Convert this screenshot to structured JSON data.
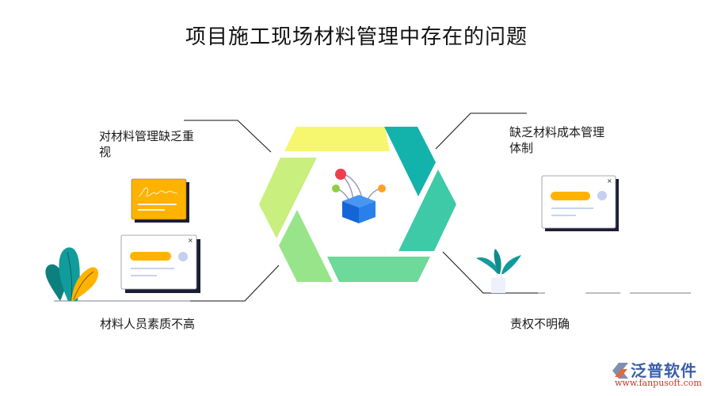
{
  "title": "项目施工现场材料管理中存在的问题",
  "items": [
    {
      "id": "top-left",
      "text": "对材料管理缺乏重视"
    },
    {
      "id": "top-right",
      "text": "缺乏材料成本管理体制"
    },
    {
      "id": "bottom-left",
      "text": "材料人员素质不高"
    },
    {
      "id": "bottom-right",
      "text": "责权不明确"
    }
  ],
  "labels": {
    "top_left_line1": "对材料管理缺乏重",
    "top_left_line2": "视",
    "top_right_line1": "缺乏材料成本管理",
    "top_right_line2": "体制",
    "bottom_left": "材料人员素质不高",
    "bottom_right": "责权不明确"
  },
  "center_icon": "box-with-connections-icon",
  "hexagon_colors": [
    "#f7f66f",
    "#13b3ab",
    "#3ecaa6",
    "#6dd99a",
    "#98e48a",
    "#c9ef7e"
  ],
  "logo": {
    "name": "泛普软件",
    "url": "www.fanpusoft.com"
  },
  "colors": {
    "card_accent": "#ffb300",
    "card_dot": "#c5d0f0",
    "card_line": "#c8d3f2",
    "plant_teal": "#119b9b",
    "plant_dark": "#0d7f7f",
    "plant_orange": "#ffb300",
    "box_blue": "#1f7ae6"
  }
}
